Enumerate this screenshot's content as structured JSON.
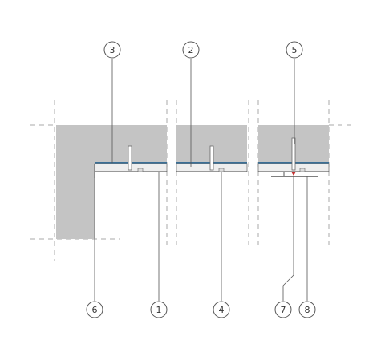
{
  "diagram": {
    "kind": "ceiling-section-detail",
    "callouts": [
      {
        "id": "c3",
        "label": "3"
      },
      {
        "id": "c2",
        "label": "2"
      },
      {
        "id": "c5",
        "label": "5"
      },
      {
        "id": "c6",
        "label": "6"
      },
      {
        "id": "c1",
        "label": "1"
      },
      {
        "id": "c4",
        "label": "4"
      },
      {
        "id": "c7",
        "label": "7"
      },
      {
        "id": "c8",
        "label": "8"
      }
    ],
    "colors": {
      "slab": "#c4c4c4",
      "board": "#eeeeee",
      "membrane": "#3a6f96",
      "line": "#555555",
      "accent": "#c23030"
    }
  }
}
